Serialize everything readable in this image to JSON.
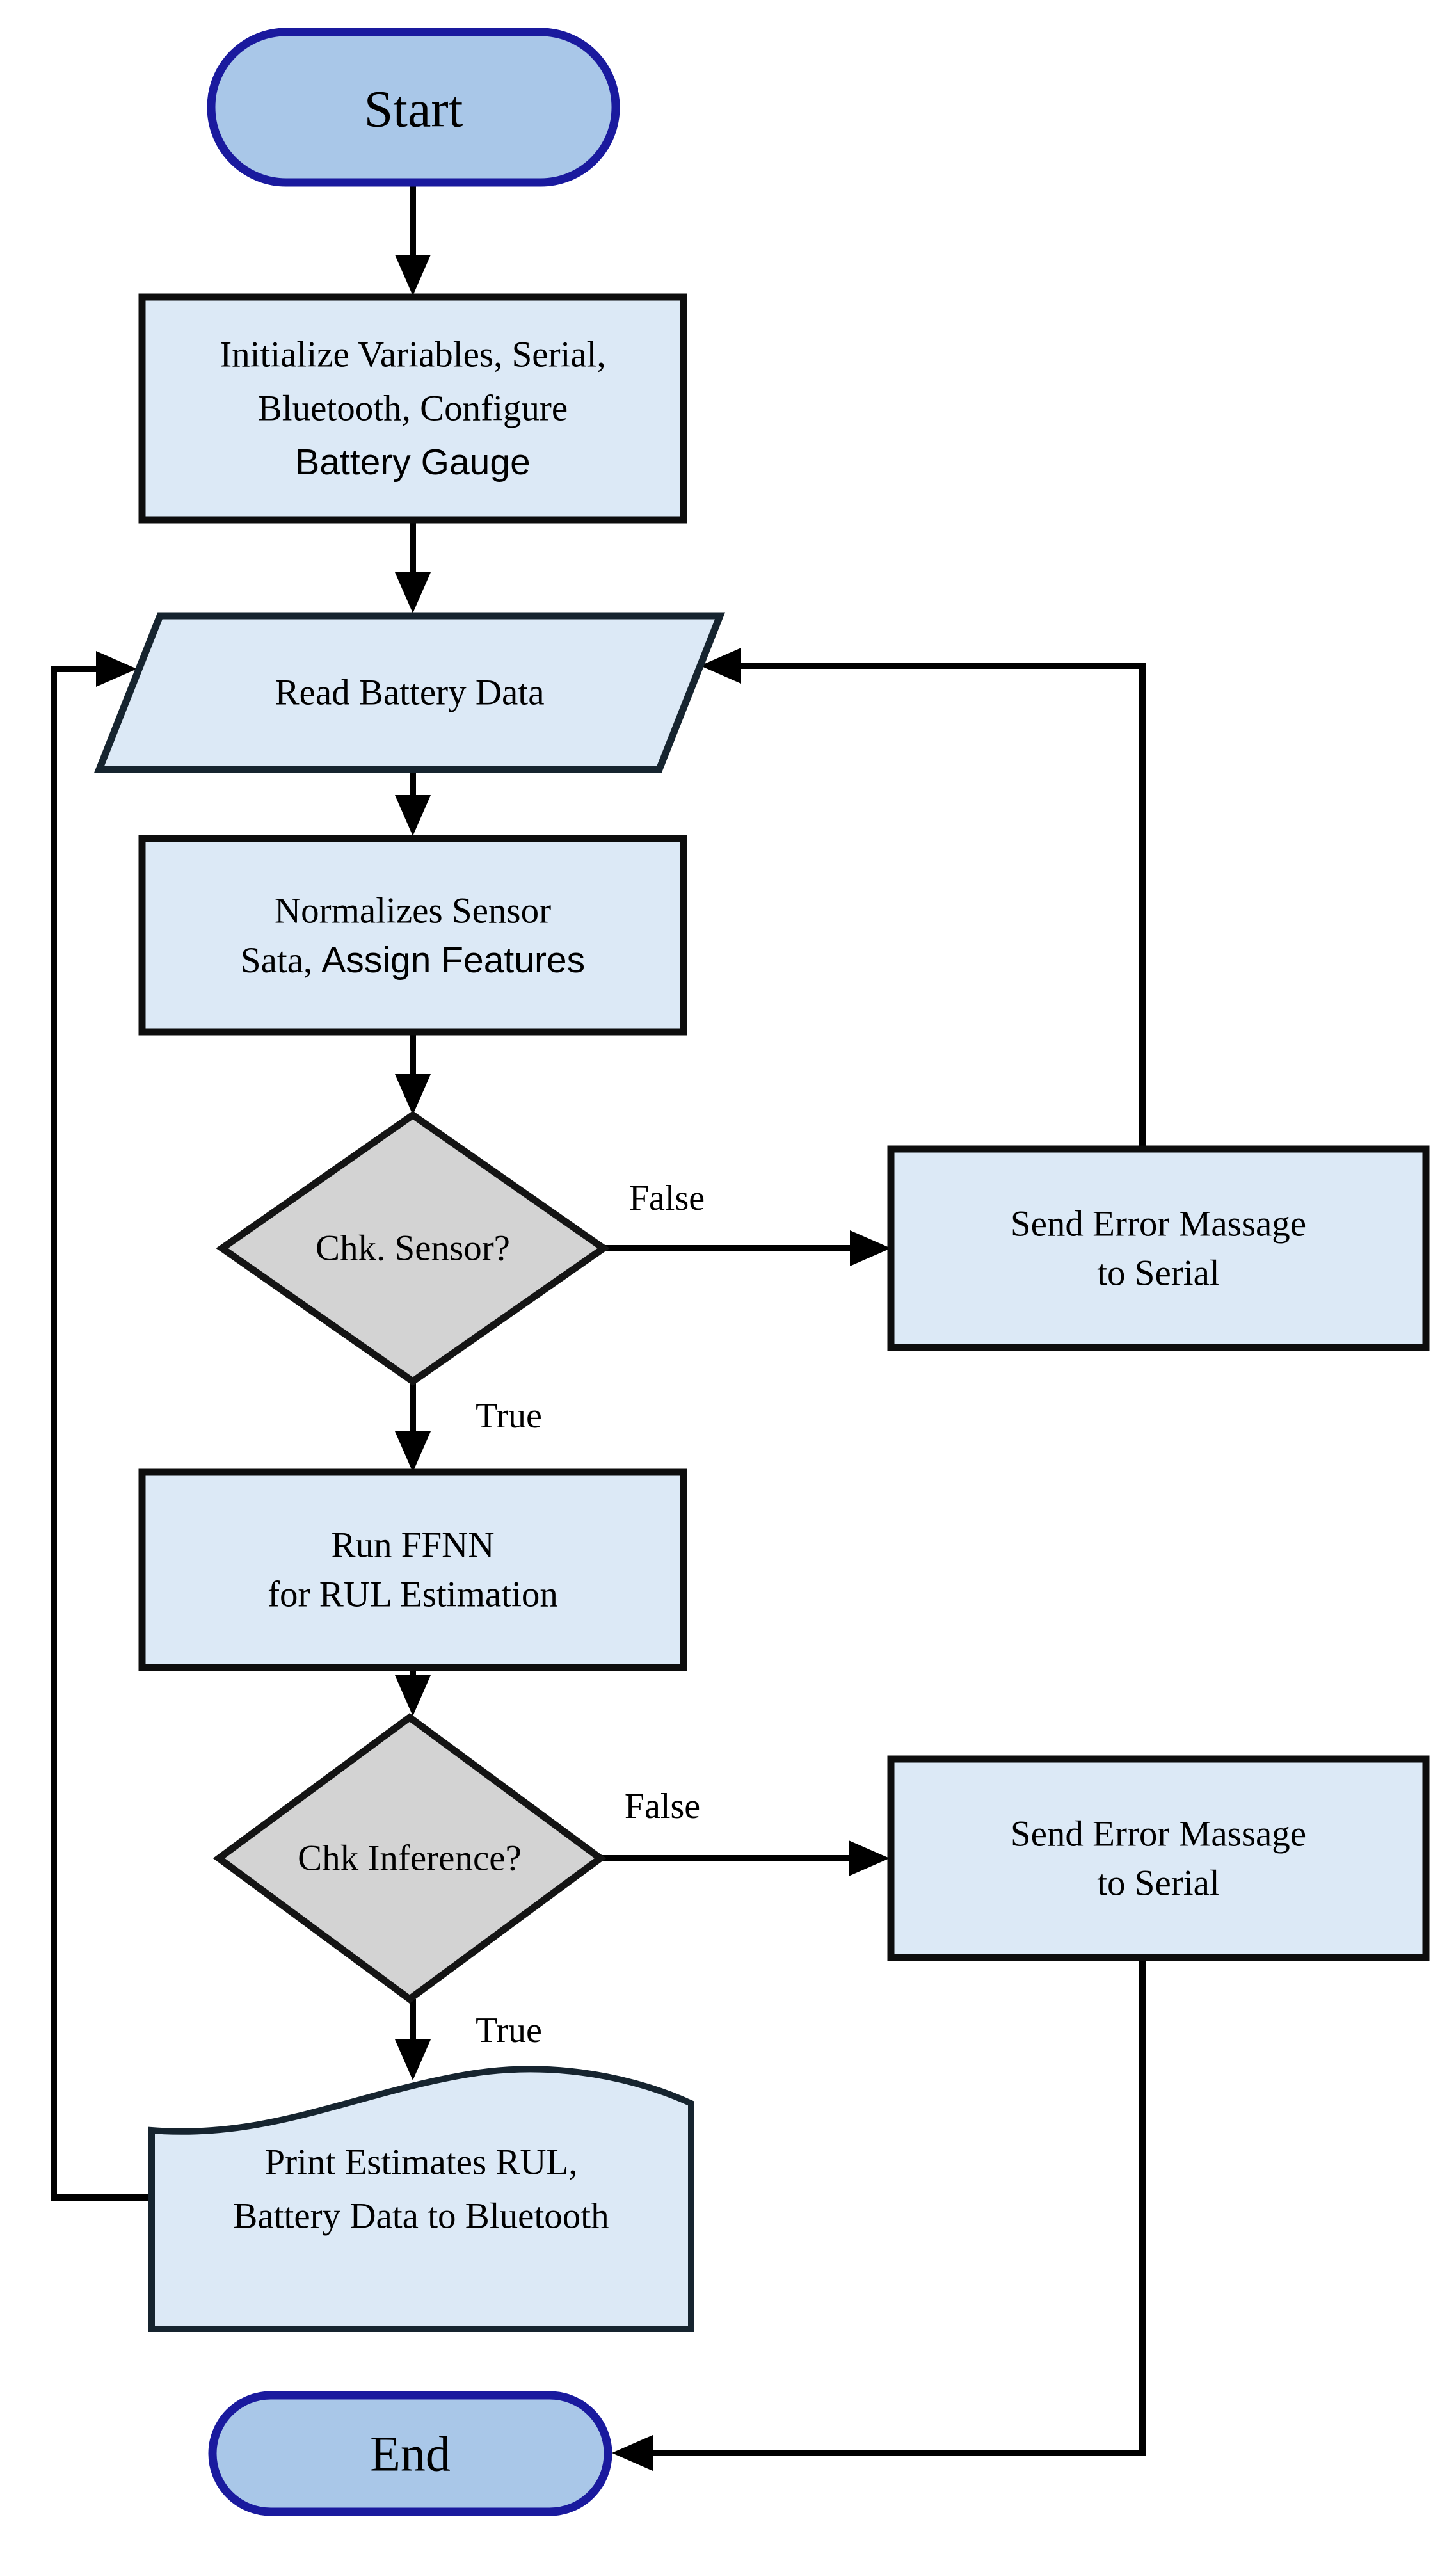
{
  "diagram": {
    "type": "flowchart",
    "colors": {
      "terminator_fill": "#a9c7e8",
      "terminator_stroke": "#1a1a9e",
      "process_fill": "#dce9f6",
      "process_stroke": "#0d0d0d",
      "io_stroke": "#16242f",
      "decision_fill": "#d3d3d3",
      "decision_stroke": "#141414",
      "edge_color": "#000000"
    },
    "nodes": {
      "start": {
        "type": "terminator",
        "label": "Start"
      },
      "init": {
        "type": "process",
        "line1": "Initialize Variables, Serial,",
        "line2": "Bluetooth, Configure",
        "line3": "Battery Gauge"
      },
      "read": {
        "type": "input-output",
        "label": "Read Battery Data"
      },
      "normalize": {
        "type": "process",
        "line1": "Normalizes Sensor",
        "line2a": "Sata,",
        "line2b": "Assign Features"
      },
      "chk_sensor": {
        "type": "decision",
        "label": "Chk. Sensor?"
      },
      "error1": {
        "type": "process",
        "line1": "Send Error Massage",
        "line2": "to Serial"
      },
      "ffnn": {
        "type": "process",
        "line1": "Run FFNN",
        "line2": "for RUL Estimation"
      },
      "chk_inference": {
        "type": "decision",
        "label": "Chk Inference?"
      },
      "error2": {
        "type": "process",
        "line1": "Send Error Massage",
        "line2": "to Serial"
      },
      "print": {
        "type": "document",
        "line1": "Print Estimates RUL,",
        "line2": "Battery Data to Bluetooth"
      },
      "end": {
        "type": "terminator",
        "label": "End"
      }
    },
    "edge_labels": {
      "false1": "False",
      "true1": "True",
      "false2": "False",
      "true2": "True"
    }
  }
}
